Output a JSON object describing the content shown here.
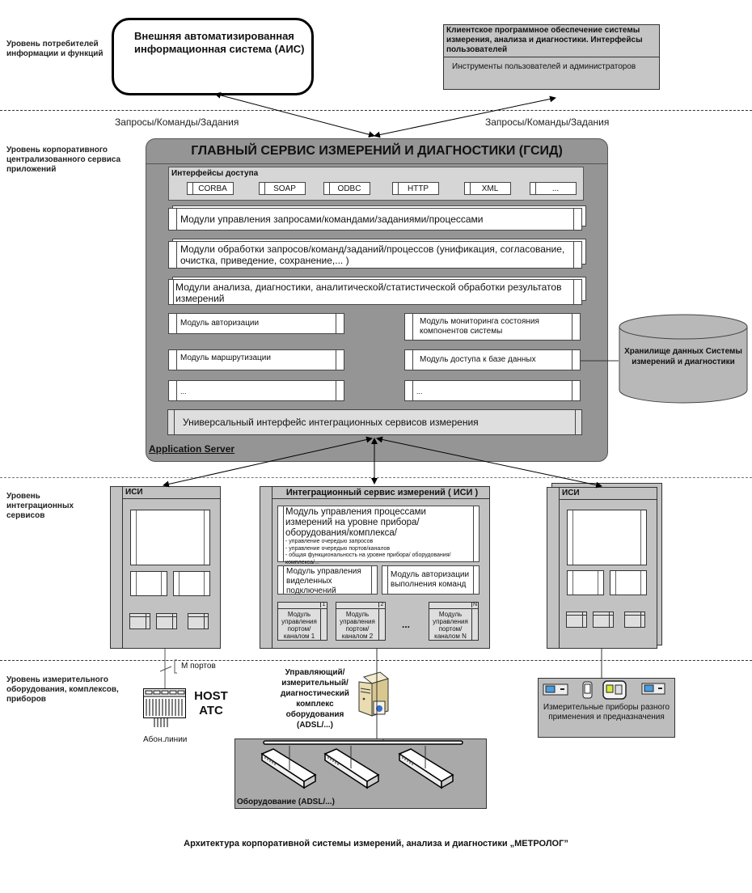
{
  "levels": {
    "consumers": "Уровень потребителей информации и функций",
    "corporate": "Уровень корпоративного централизованного сервиса приложений",
    "integration": "Уровень интеграционных сервисов",
    "equipment": "Уровень измерительного оборудования, комплексов, приборов"
  },
  "ais": {
    "label": "Внешняя автоматизированная информационная система (АИС)"
  },
  "client": {
    "header": "Клиентское программное обеспечение системы измерения, анализа и диагностики. Интерфейсы пользователей",
    "body": "Инструменты пользователей и администраторов"
  },
  "requests_left": "Запросы/Команды/Задания",
  "requests_right": "Запросы/Команды/Задания",
  "gsid": {
    "title": "ГЛАВНЫЙ СЕРВИС ИЗМЕРЕНИЙ И ДИАГНОСТИКИ (ГСИД)",
    "access_interfaces_label": "Интерфейсы доступа",
    "protocols": [
      "CORBA",
      "SOAP",
      "ODBC",
      "HTTP",
      "XML",
      "..."
    ],
    "modules_control": "Модули управления запросами/командами/заданиями/процессами",
    "modules_processing": "Модули обработки запросов/команд/заданий/процессов (унификация, согласование, очистка, приведение, сохранение,... )",
    "modules_analysis": "Модули анализа, диагностики, аналитической/статистической обработки результатов измерений",
    "mod_auth": "Модуль авторизации",
    "mod_monitoring": "Модуль мониторинга состояния компонентов системы",
    "mod_routing": "Модуль маршрутизации",
    "mod_db_access": "Модуль доступа к базе данных",
    "mod_etc_left": "...",
    "mod_etc_right": "...",
    "universal_interface": "Универсальный интерфейс интеграционных сервисов измерения",
    "app_server": "Application Server"
  },
  "db": {
    "label": "Хранилище данных Системы измерений и диагностики"
  },
  "isi_left": {
    "title": "ИСИ"
  },
  "isi_right": {
    "title": "ИСИ"
  },
  "isi_main": {
    "title": "Интеграционный сервис измерений ( ИСИ )",
    "process_module_title": "Модуль управления процессами измерений на уровне прибора/оборудования/комплекса/",
    "process_module_items": [
      "- управление очередью запросов",
      "- управление очередью портов/каналов",
      "- общая функциональность на уровне прибора/ оборудования/комплекса/..."
    ],
    "dedicated_module": "Модуль управления виделенных подключений",
    "cmd_auth_module": "Модуль авторизации выполнения команд",
    "ports": [
      {
        "num": "1",
        "label": "Модуль управления портом/ каналом 1"
      },
      {
        "num": "2",
        "label": "Модуль управления портом/ каналом 2"
      },
      {
        "num": "N",
        "label": "Модуль управления портом/ каналом N"
      }
    ],
    "ellipsis": "..."
  },
  "m_ports": "М портов",
  "host_atc": "HOST ATC",
  "subscriber_lines": "Абон.линии",
  "complex_label": "Управляющий/ измерительный/ диагностический комплекс оборудования (ADSL/...)",
  "equipment_label": "Оборудование (ADSL/...)",
  "instruments_label": "Измерительные приборы разного применения и предназначения",
  "caption": "Архитектура корпоративной системы измерений, анализа и диагностики „МЕТРОЛОГ”"
}
